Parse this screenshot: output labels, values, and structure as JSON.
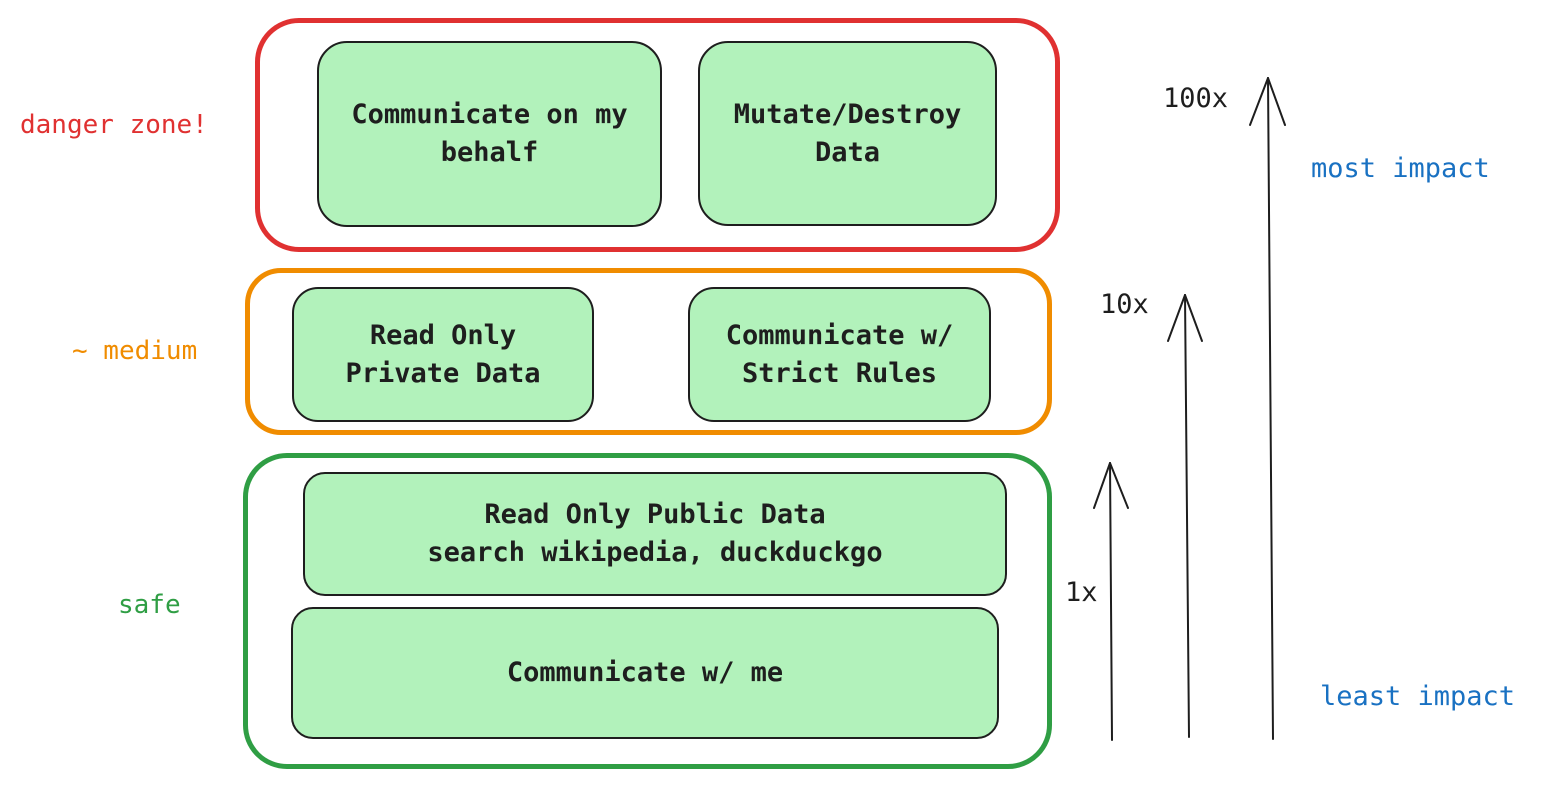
{
  "zones": {
    "danger": {
      "label": "danger zone!",
      "color": "#e03131",
      "cards": [
        "Communicate on my\nbehalf",
        "Mutate/Destroy\nData"
      ]
    },
    "medium": {
      "label": "~ medium",
      "color": "#f08c00",
      "cards": [
        "Read Only\nPrivate Data",
        "Communicate w/\nStrict Rules"
      ]
    },
    "safe": {
      "label": "safe",
      "color": "#2f9e44",
      "cards": [
        "Read Only Public Data\nsearch wikipedia, duckduckgo",
        "Communicate w/ me"
      ]
    }
  },
  "multipliers": {
    "high": "100x",
    "mid": "10x",
    "low": "1x"
  },
  "impact": {
    "most": "most impact",
    "least": "least impact",
    "color": "#1971c2"
  },
  "card_fill": "#b2f2bb",
  "stroke": "#1e1e1e"
}
